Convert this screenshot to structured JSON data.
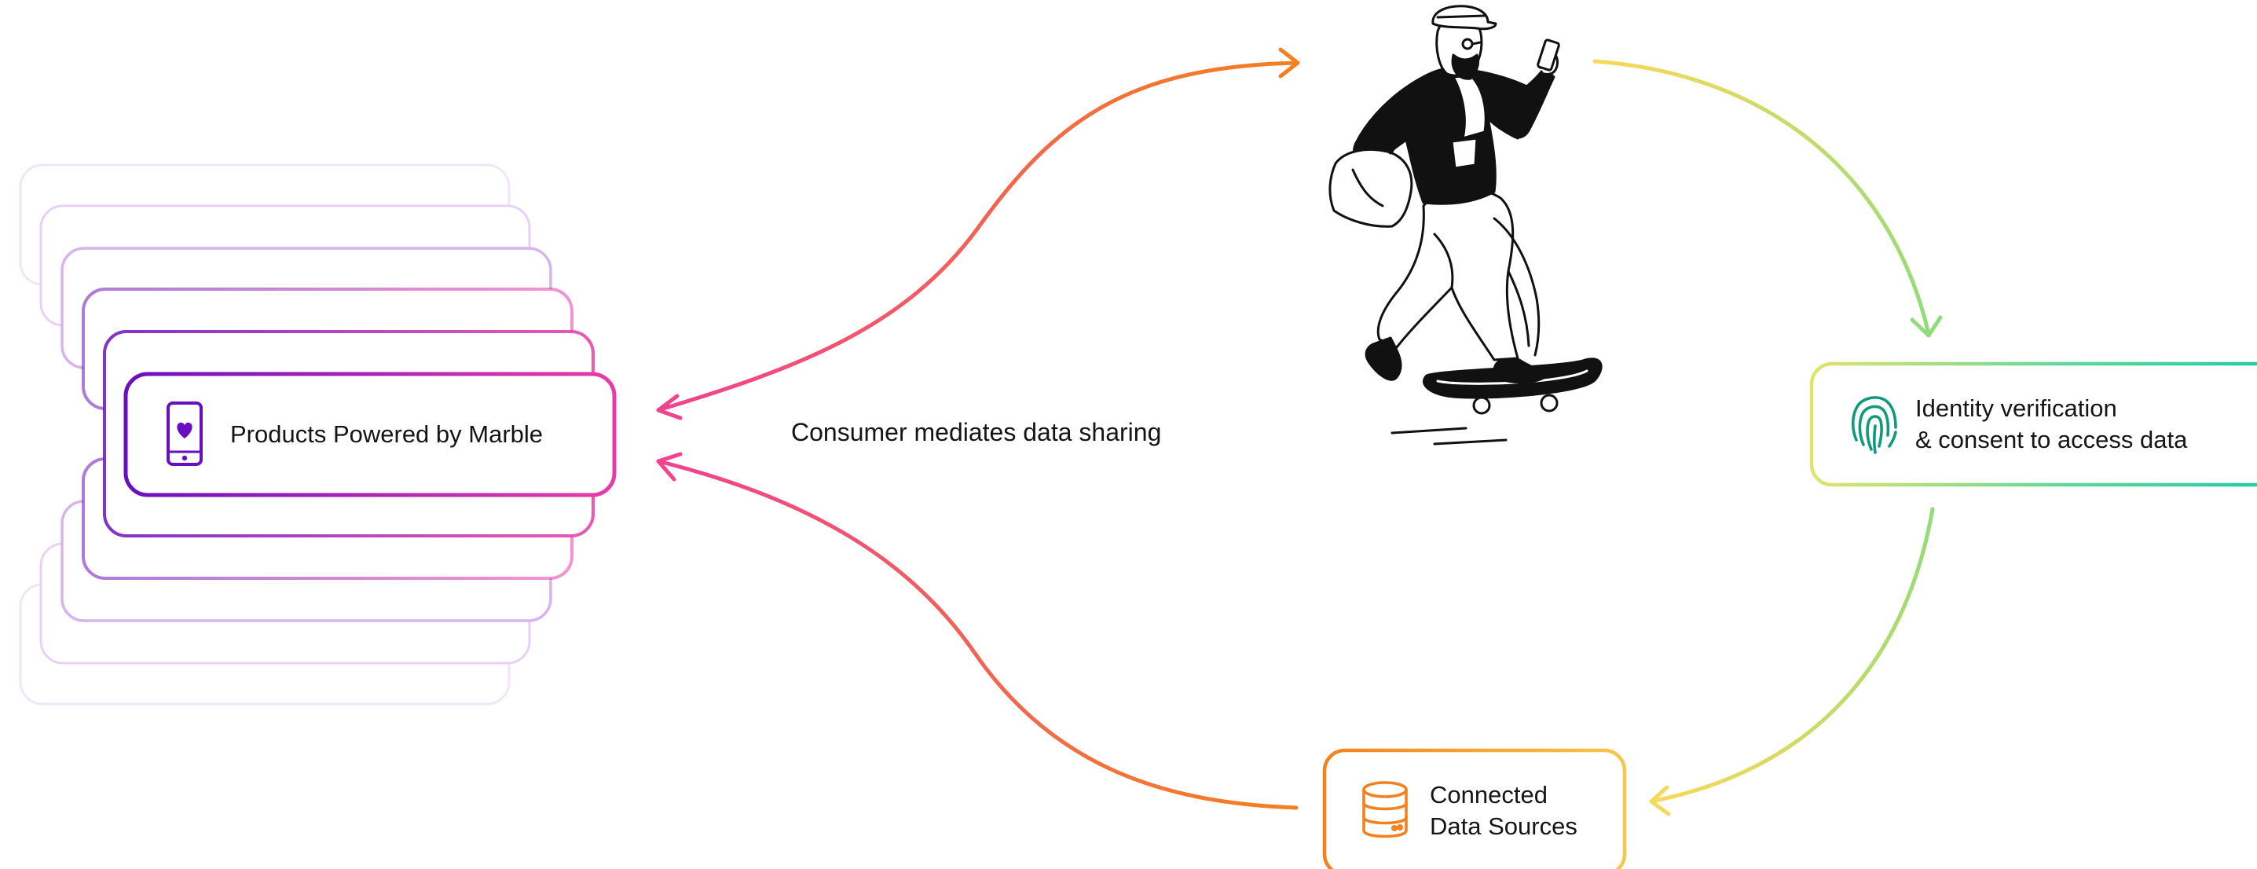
{
  "products": {
    "label": "Products Powered by Marble",
    "icon": "phone-heart-icon"
  },
  "center_label": "Consumer mediates data sharing",
  "identity": {
    "line1": "Identity verification",
    "line2": "& consent to access data",
    "icon": "fingerprint-icon"
  },
  "data_sources": {
    "line1": "Connected",
    "line2": "Data Sources",
    "icon": "database-icon"
  },
  "illustration": "skateboarder-with-phone-illustration",
  "colors": {
    "purple": "#6a0fbf",
    "magenta": "#e83ca8",
    "pink": "#f0428f",
    "orange": "#f4811f",
    "yellow": "#f7d95a",
    "green": "#8fdc7a",
    "teal": "#1fc8a8",
    "fingerprint": "#0f9a7e"
  }
}
